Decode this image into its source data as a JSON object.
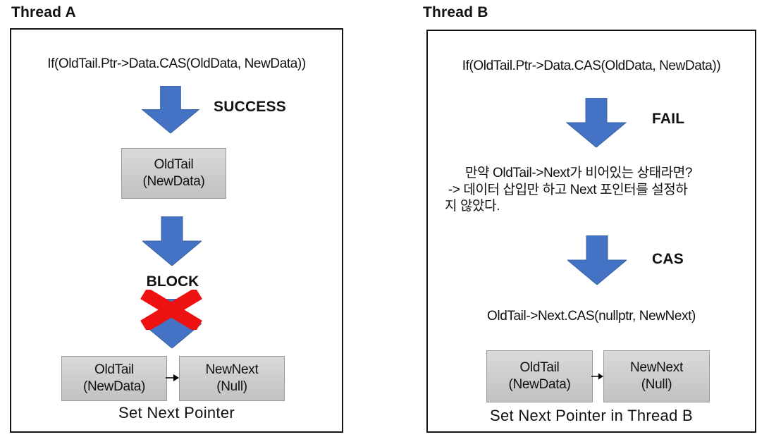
{
  "panels": {
    "thread_a": {
      "title": "Thread A",
      "code": "If(OldTail.Ptr->Data.CAS(OldData, NewData))",
      "arrow1_label": "SUCCESS",
      "result_box": {
        "line1": "OldTail",
        "line2": "(NewData)"
      },
      "block_label": "BLOCK",
      "node_left": {
        "line1": "OldTail",
        "line2": "(NewData)"
      },
      "node_right": {
        "line1": "NewNext",
        "line2": "(Null)"
      },
      "caption": "Set Next Pointer"
    },
    "thread_b": {
      "title": "Thread B",
      "code": "If(OldTail.Ptr->Data.CAS(OldData, NewData))",
      "arrow1_label": "FAIL",
      "note_lines": [
        "만약 OldTail->Next가 비어있는 상태라면?",
        " -> 데이터 삽입만 하고 Next 포인터를 설정하",
        "지 않았다."
      ],
      "arrow2_label": "CAS",
      "code2": "OldTail->Next.CAS(nullptr, NewNext)",
      "node_left": {
        "line1": "OldTail",
        "line2": "(NewData)"
      },
      "node_right": {
        "line1": "NewNext",
        "line2": "(Null)"
      },
      "caption": "Set Next Pointer in Thread B"
    }
  },
  "colors": {
    "arrow_blue": "#4472C4",
    "arrow_blue_outline": "#3B619E",
    "block_red": "#EE1111",
    "box_gray_top": "#DADADA",
    "box_gray_bottom": "#C2C2C2",
    "panel_border": "#141414"
  }
}
